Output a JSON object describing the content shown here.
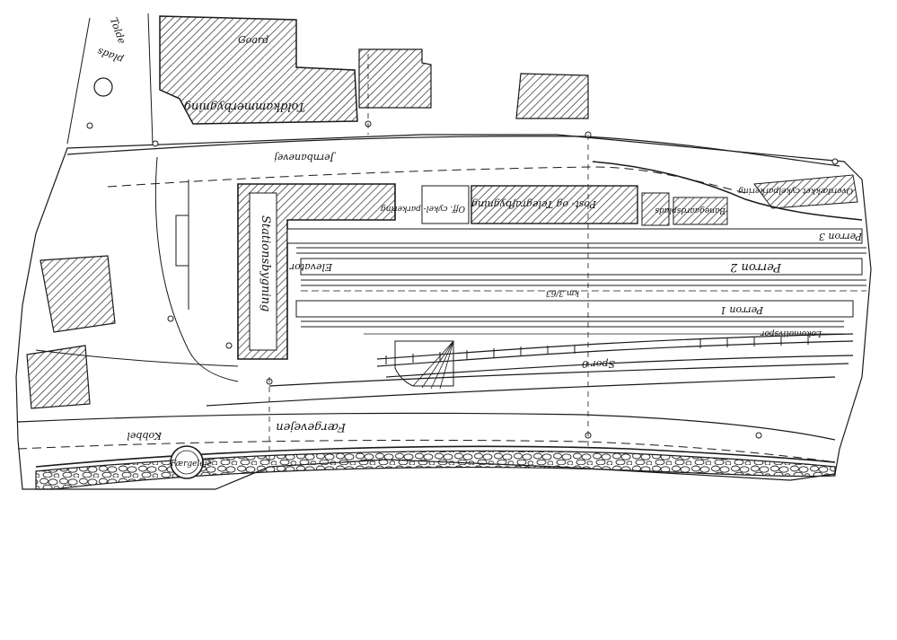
{
  "plan_labels": {
    "goard": "Goard",
    "toldkammer": "Toldkammerbygning",
    "jernbanevej": "Jernbanevej",
    "stationsbygning": "Stationsbygning",
    "cykelparkering_off": "Off. cykel- parkering",
    "post_telegraf": "Post- og Telegrafbygning",
    "banegaard": "Banegaardsplads",
    "perron1": "Perron 1",
    "perron2": "Perron 2",
    "perron3": "Perron 3",
    "cykelparkering_over": "Overdækket cykelparkering",
    "elevator": "Elevator",
    "lokomotivspor": "Lokomotivspor",
    "spor0": "Spor 0",
    "faergevejen": "Færgevejen",
    "kobbel": "Kobbel",
    "faergeleje": "Færgeleje",
    "km": "km 3/63",
    "tolde": "Tolde",
    "plads": "plads"
  },
  "palette": {
    "ink": "#1a1a1a",
    "paper": "#ffffff",
    "hatch": "#2a2a2a"
  }
}
